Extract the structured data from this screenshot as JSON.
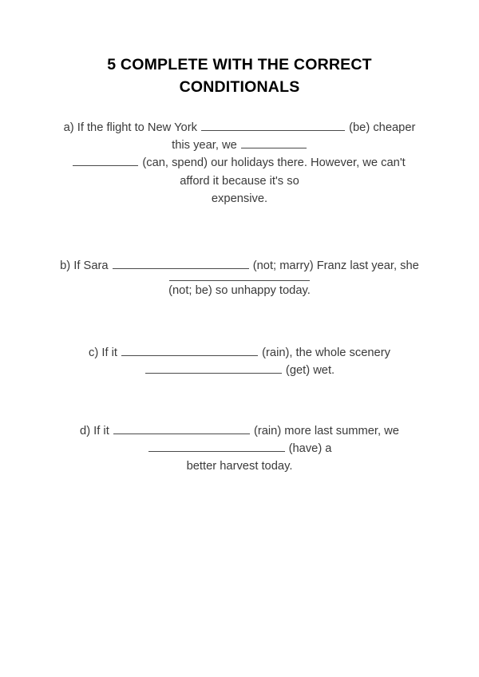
{
  "document": {
    "title": "5 COMPLETE WITH THE CORRECT CONDITIONALS",
    "background_color": "#ffffff",
    "text_color": "#3a3a3a",
    "title_color": "#000000",
    "rule_color": "#4a4a4a"
  },
  "questions": [
    {
      "id": "a",
      "lines": [
        {
          "segments": [
            "a) If the flight to New York ",
            "BLANK_LONG",
            " (be) cheaper"
          ]
        },
        {
          "segments": [
            "this year, we ",
            "BLANK_SHORT"
          ]
        },
        {
          "segments": [
            "BLANK_SHORT",
            " (can, spend) our holidays there. However, we can't"
          ]
        },
        {
          "segments": [
            "afford it because it's so"
          ]
        },
        {
          "segments": [
            "expensive."
          ]
        }
      ],
      "line_texts": {
        "l1a": "a) If the flight to New York ",
        "l1b": " (be) cheaper",
        "l2a": "this year, we ",
        "l3b": " (can, spend) our holidays there. However, we can't",
        "l4": "afford it because it's so",
        "l5": "expensive."
      }
    },
    {
      "id": "b",
      "line_texts": {
        "l1a": "b) If Sara ",
        "l1b": " (not; marry) Franz last year, she",
        "l2": "(not; be) so unhappy today."
      }
    },
    {
      "id": "c",
      "line_texts": {
        "l1a": "c) If it ",
        "l1b": " (rain), the whole scenery",
        "l2b": " (get) wet."
      }
    },
    {
      "id": "d",
      "line_texts": {
        "l1a": "d) If it ",
        "l1b": " (rain) more last summer, we",
        "l2b": " (have) a",
        "l3": "better harvest today."
      }
    }
  ]
}
